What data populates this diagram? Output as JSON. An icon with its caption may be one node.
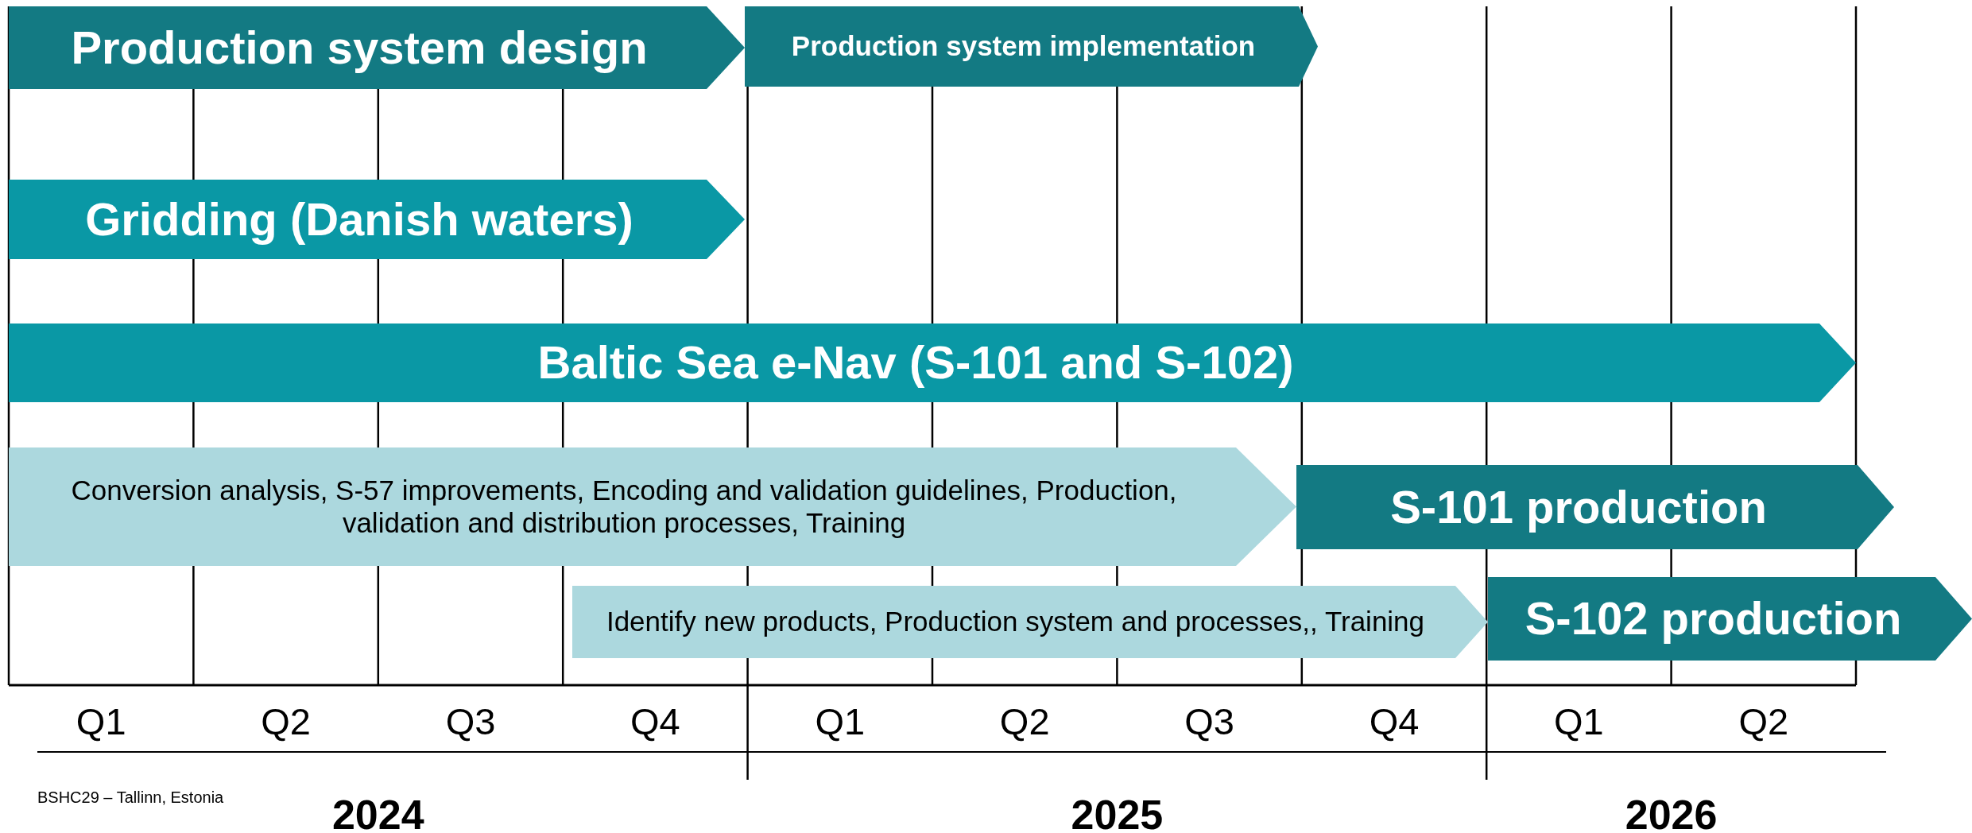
{
  "diagram": {
    "nodes": [
      {
        "text": [
          "Production system design"
        ]
      },
      {
        "text": [
          "Production system implementation"
        ]
      },
      {
        "text": [
          "Gridding (Danish waters)"
        ]
      },
      {
        "text": [
          "Baltic Sea e-Nav (S-101 and S-102)"
        ]
      },
      {
        "text": [
          "Conversion analysis, S-57 improvements, Encoding and validation guidelines, Production, validation and distribution processes, Training"
        ]
      },
      {
        "text": [
          "S-101 production"
        ]
      },
      {
        "text": [
          "Identify new products, Production system and processes,, Training"
        ]
      },
      {
        "text": [
          "S-102 production"
        ]
      }
    ],
    "labels": [
      "Q1",
      "Q2",
      "Q3",
      "Q4",
      "Q1",
      "Q2",
      "Q3",
      "Q4",
      "Q1",
      "Q2",
      "BSHC29 – Tallinn, Estonia",
      "2024",
      "2025",
      "2026"
    ]
  }
}
